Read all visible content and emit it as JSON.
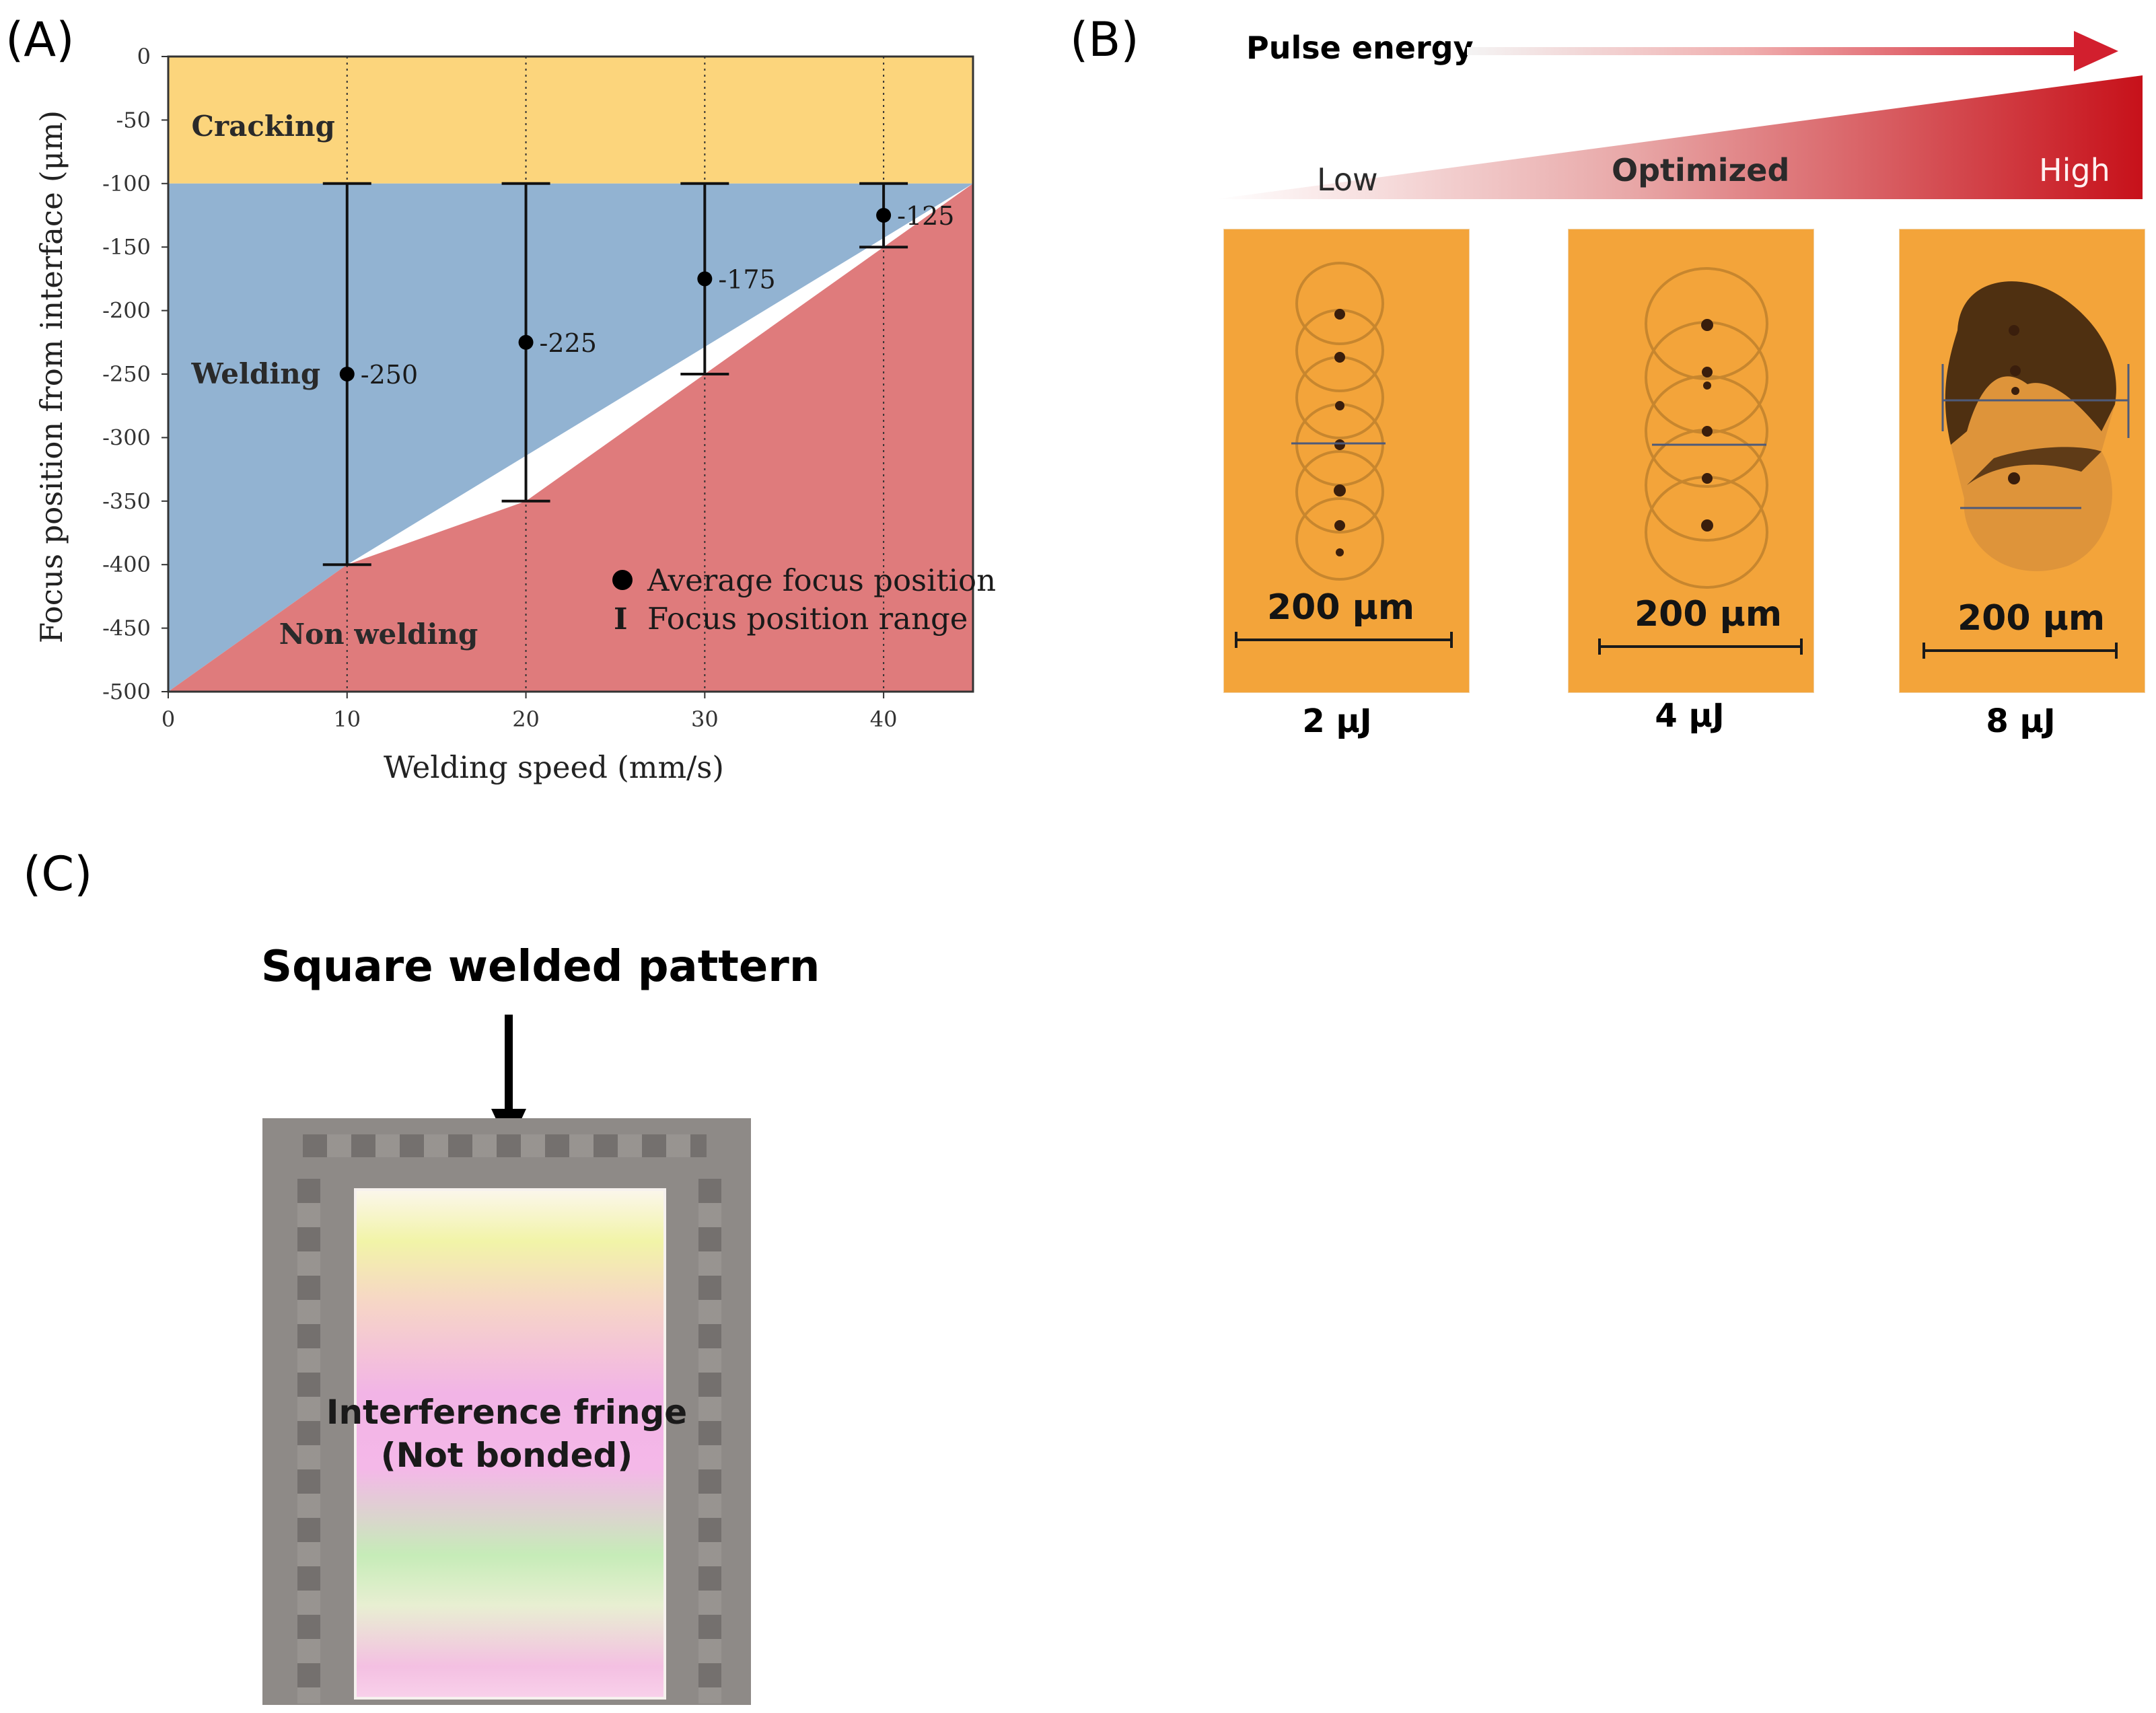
{
  "panels": {
    "a_label": "(A)",
    "b_label": "(B)",
    "c_label": "(C)"
  },
  "chart_data": {
    "type": "scatter",
    "xlabel": "Welding speed (mm/s)",
    "ylabel": "Focus position from interface (μm)",
    "xlim": [
      0,
      45
    ],
    "ylim": [
      -500,
      0
    ],
    "x_ticks": [
      0,
      10,
      20,
      30,
      40
    ],
    "y_ticks": [
      0,
      -50,
      -100,
      -150,
      -200,
      -250,
      -300,
      -350,
      -400,
      -450,
      -500
    ],
    "points": [
      {
        "x": 10,
        "y": -250,
        "label": "-250",
        "range": [
          -100,
          -400
        ]
      },
      {
        "x": 20,
        "y": -225,
        "label": "-225",
        "range": [
          -100,
          -350
        ]
      },
      {
        "x": 30,
        "y": -175,
        "label": "-175",
        "range": [
          -100,
          -250
        ]
      },
      {
        "x": 40,
        "y": -125,
        "label": "-125",
        "range": [
          -100,
          -150
        ]
      }
    ],
    "regions": [
      {
        "name": "Cracking",
        "color": "#fcd57c",
        "polygon": [
          [
            0,
            0
          ],
          [
            45,
            0
          ],
          [
            45,
            -100
          ],
          [
            0,
            -100
          ]
        ]
      },
      {
        "name": "Welding",
        "color": "#92b3d2",
        "polygon": [
          [
            0,
            -100
          ],
          [
            45,
            -100
          ],
          [
            10,
            -400
          ],
          [
            0,
            -500
          ]
        ]
      },
      {
        "name": "Non welding",
        "color": "#df7b7c",
        "polygon": [
          [
            0,
            -500
          ],
          [
            10,
            -400
          ],
          [
            20,
            -350
          ],
          [
            45,
            -100
          ],
          [
            45,
            -500
          ]
        ]
      }
    ],
    "region_labels": [
      {
        "text": "Cracking",
        "x": 1.3,
        "y": -55
      },
      {
        "text": "Welding",
        "x": 1.3,
        "y": -250
      },
      {
        "text": "Non welding",
        "x": 6.2,
        "y": -455
      }
    ],
    "legend": {
      "placement": "bottom-right",
      "marker_label": "Average focus position",
      "range_label": "Focus position range"
    },
    "gridlines": "vertical-dotted"
  },
  "panel_b": {
    "arrow_label": "Pulse energy",
    "levels": [
      "Low",
      "Optimized",
      "High"
    ],
    "images": [
      {
        "energy": "2 μJ",
        "scale": "200 μm"
      },
      {
        "energy": "4 μJ",
        "scale": "200 μm"
      },
      {
        "energy": "8 μJ",
        "scale": "200 μm"
      }
    ]
  },
  "panel_c": {
    "title": "Square welded pattern",
    "fringe_line1": "Interference fringe",
    "fringe_line2": "(Not bonded)"
  }
}
